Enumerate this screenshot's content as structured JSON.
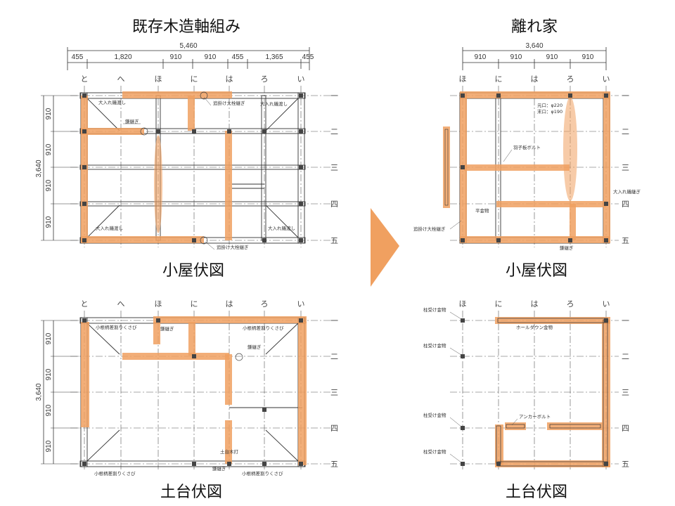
{
  "left_title": "既存木造軸組み",
  "right_title": "離れ家",
  "left_top_caption": "小屋伏図",
  "left_bottom_caption": "土台伏図",
  "right_top_caption": "小屋伏図",
  "right_bottom_caption": "土台伏図",
  "left_overall_width": "5,460",
  "left_spans": [
    "455",
    "1,820",
    "910",
    "910",
    "455",
    "1,365",
    "455"
  ],
  "left_overall_depth": "3,640",
  "row_spans": [
    "910",
    "910",
    "910",
    "910"
  ],
  "left_columns": [
    "と",
    "へ",
    "ほ",
    "に",
    "は",
    "ろ",
    "い"
  ],
  "rows": [
    "一",
    "二",
    "三",
    "四",
    "五"
  ],
  "right_overall_width": "3,640",
  "right_spans": [
    "910",
    "910",
    "910",
    "910"
  ],
  "right_columns": [
    "ほ",
    "に",
    "は",
    "ろ",
    "い"
  ],
  "left_top_labels": {
    "brace_a": "大入れ蟻渡し",
    "kamaburu": "鎌継ぎ",
    "bolt_a": "追掛け大栓継ぎ",
    "brace_b": "大入れ蟻渡し",
    "brace_c": "大入れ蟻渡し",
    "brace_d": "大入れ蟻渡し",
    "bolt_b": "追掛け大栓継ぎ"
  },
  "left_bottom_labels": {
    "notch_a": "小根柄差割りくさび",
    "kama_a": "鎌継ぎ",
    "notch_b": "小根柄差割りくさび",
    "kama_b": "鎌継ぎ",
    "nail": "土台木打",
    "kama_c": "鎌継ぎ",
    "notch_c": "小根柄差割りくさび",
    "notch_d": "小根柄差割りくさび"
  },
  "right_top_labels": {
    "dia_a": "元口：φ220",
    "dia_b": "末口：φ190",
    "bolt": "羽子板ボルト",
    "brace": "大入れ蟻継ぎ",
    "flat": "平金物",
    "oikake": "追掛け大栓継ぎ",
    "kama": "鎌継ぎ"
  },
  "right_bottom_labels": {
    "post_a": "柱受け金物",
    "post_b": "柱受け金物",
    "post_c": "柱受け金物",
    "post_d": "柱受け金物",
    "holdown": "ホールダウン金物",
    "anchor": "アンカーボルト"
  },
  "colors": {
    "highlight": "#f0a060",
    "arrow": "#f0a060",
    "line": "#333333"
  }
}
